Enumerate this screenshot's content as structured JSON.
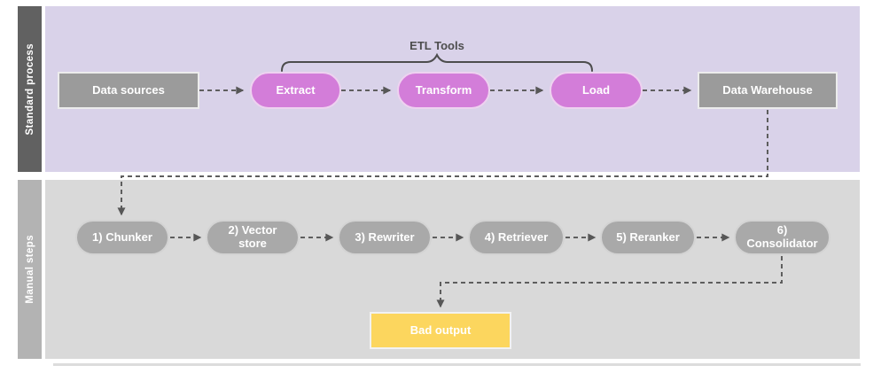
{
  "diagram": {
    "lanes": {
      "standard": {
        "label": "Standard process"
      },
      "manual": {
        "label": "Manual steps"
      }
    },
    "bracket": {
      "label": "ETL Tools"
    },
    "standard_process": {
      "nodes": [
        {
          "id": "data-sources",
          "label": "Data sources",
          "shape": "rectangle"
        },
        {
          "id": "extract",
          "label": "Extract",
          "shape": "pill"
        },
        {
          "id": "transform",
          "label": "Transform",
          "shape": "pill"
        },
        {
          "id": "load",
          "label": "Load",
          "shape": "pill"
        },
        {
          "id": "data-warehouse",
          "label": "Data Warehouse",
          "shape": "rectangle"
        }
      ]
    },
    "manual_steps": {
      "nodes": [
        {
          "id": "chunker",
          "label": "1) Chunker"
        },
        {
          "id": "vector-store",
          "label": "2) Vector store"
        },
        {
          "id": "rewriter",
          "label": "3) Rewriter"
        },
        {
          "id": "retriever",
          "label": "4) Retriever"
        },
        {
          "id": "reranker",
          "label": "5) Reranker"
        },
        {
          "id": "consolidator",
          "label": "6) Consolidator"
        }
      ],
      "output": {
        "id": "bad-output",
        "label": "Bad output"
      }
    },
    "edges": [
      {
        "from": "data-sources",
        "to": "extract"
      },
      {
        "from": "extract",
        "to": "transform"
      },
      {
        "from": "transform",
        "to": "load"
      },
      {
        "from": "load",
        "to": "data-warehouse"
      },
      {
        "from": "data-warehouse",
        "to": "chunker"
      },
      {
        "from": "chunker",
        "to": "vector-store"
      },
      {
        "from": "vector-store",
        "to": "rewriter"
      },
      {
        "from": "rewriter",
        "to": "retriever"
      },
      {
        "from": "retriever",
        "to": "reranker"
      },
      {
        "from": "reranker",
        "to": "consolidator"
      },
      {
        "from": "consolidator",
        "to": "bad-output"
      }
    ],
    "colors": {
      "standard_lane_bg": "#d9d2e9",
      "manual_lane_bg": "#d9d9d9",
      "standard_bar": "#616161",
      "manual_bar": "#b3b3b3",
      "etl_pill": "#d37dd9",
      "gray_box": "#9b9b9b",
      "manual_pill": "#a9a9a9",
      "bad_output_box": "#fcd65e",
      "connector": "#5e5e5e"
    }
  }
}
